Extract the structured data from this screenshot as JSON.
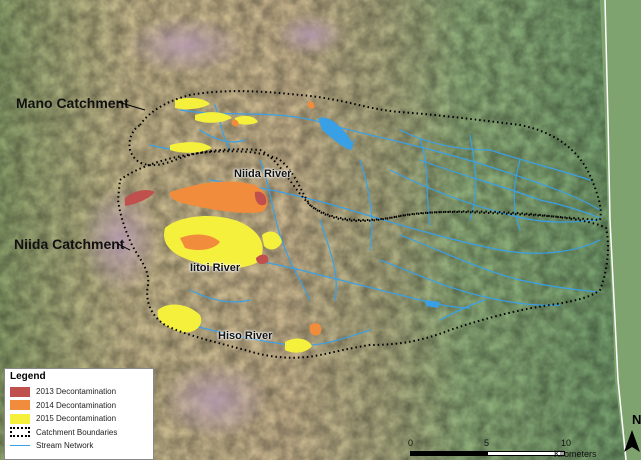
{
  "labels": {
    "mano_catchment": "Mano Catchment",
    "niida_catchment": "Niida Catchment",
    "niida_river": "Niida River",
    "iitoi_river": "Iitoi River",
    "hiso_river": "Hiso River"
  },
  "legend": {
    "title": "Legend",
    "items": [
      {
        "label": "2013 Decontamination",
        "color": "#c0504d"
      },
      {
        "label": "2014 Decontamination",
        "color": "#f08c3c"
      },
      {
        "label": "2015 Decontamination",
        "color": "#f5f03c"
      },
      {
        "label": "Catchment Boundaries"
      },
      {
        "label": "Stream Network",
        "color": "#3aa0e6"
      }
    ]
  },
  "scale_bar": {
    "ticks": [
      "0",
      "5",
      "10"
    ],
    "unit": "Kilometers"
  },
  "north_arrow": {
    "letter": "N"
  },
  "colors": {
    "stream": "#3aa0e6",
    "boundary": "#000000",
    "coast": "#6f9a6a",
    "lowland": "#89ad78"
  }
}
